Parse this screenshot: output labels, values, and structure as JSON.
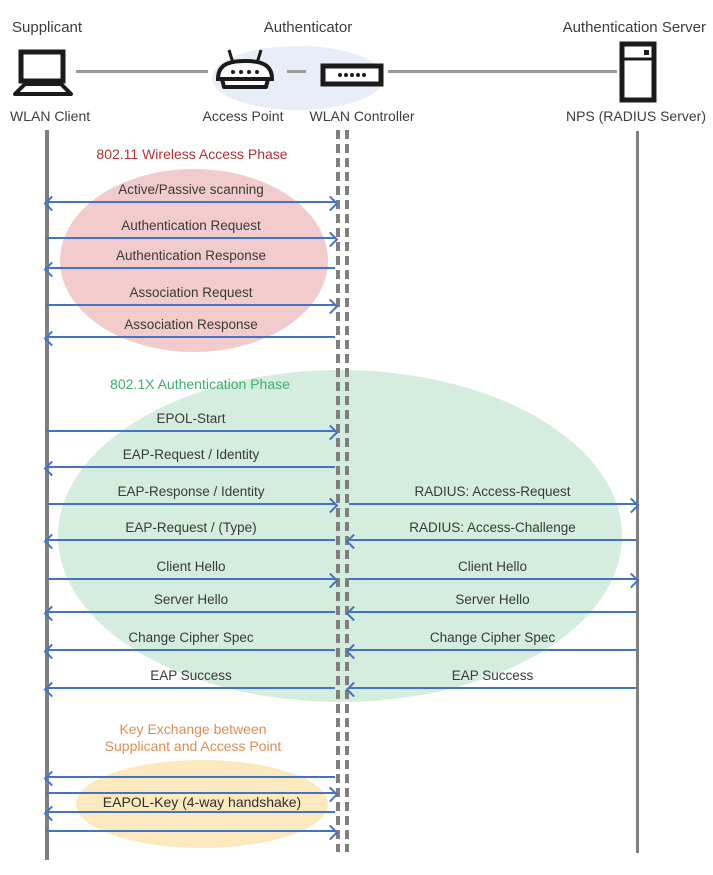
{
  "diagram": {
    "header": {
      "roles": {
        "supplicant": "Supplicant",
        "authenticator": "Authenticator",
        "server": "Authentication Server"
      },
      "devices": {
        "client": "WLAN Client",
        "access_point": "Access Point",
        "controller": "WLAN Controller",
        "server": "NPS (RADIUS Server)"
      }
    },
    "phases": [
      {
        "title": "802.11 Wireless Access Phase",
        "title_color": "#B23333",
        "ellipse_color": "#F2CCCC",
        "messages": [
          {
            "label": "Active/Passive scanning",
            "direction": "both"
          },
          {
            "label": "Authentication Request",
            "direction": "right"
          },
          {
            "label": "Authentication Response",
            "direction": "left"
          },
          {
            "label": "Association Request",
            "direction": "right"
          },
          {
            "label": "Association Response",
            "direction": "left"
          }
        ]
      },
      {
        "title": "802.1X Authentication Phase",
        "title_color": "#3FAE6E",
        "ellipse_color": "#D4EDDE",
        "rows": [
          {
            "left": {
              "label": "EPOL-Start",
              "direction": "right"
            }
          },
          {
            "left": {
              "label": "EAP-Request / Identity",
              "direction": "left"
            }
          },
          {
            "left": {
              "label": "EAP-Response / Identity",
              "direction": "right"
            },
            "right": {
              "label": "RADIUS: Access-Request",
              "direction": "right"
            }
          },
          {
            "left": {
              "label": "EAP-Request / (Type)",
              "direction": "left"
            },
            "right": {
              "label": "RADIUS: Access-Challenge",
              "direction": "left"
            }
          },
          {
            "left": {
              "label": "Client Hello",
              "direction": "right"
            },
            "right": {
              "label": "Client Hello",
              "direction": "right"
            }
          },
          {
            "left": {
              "label": "Server Hello",
              "direction": "left"
            },
            "right": {
              "label": "Server Hello",
              "direction": "left"
            }
          },
          {
            "left": {
              "label": "Change Cipher Spec",
              "direction": "left"
            },
            "right": {
              "label": "Change Cipher Spec",
              "direction": "left"
            }
          },
          {
            "left": {
              "label": "EAP Success",
              "direction": "left"
            },
            "right": {
              "label": "EAP Success",
              "direction": "left"
            }
          }
        ]
      },
      {
        "title_line1": "Key Exchange between",
        "title_line2": "Supplicant and Access Point",
        "title_color": "#E08C52",
        "ellipse_color": "#FCE9BE",
        "handshake_label": "EAPOL-Key (4-way handshake)",
        "arrows": [
          {
            "direction": "left"
          },
          {
            "direction": "right"
          },
          {
            "direction": "left"
          },
          {
            "direction": "right"
          }
        ]
      }
    ],
    "colors": {
      "arrow_blue": "#4472C4",
      "lifeline_gray": "#7F7F7F",
      "authenticator_ellipse": "#E9EDF7"
    }
  }
}
